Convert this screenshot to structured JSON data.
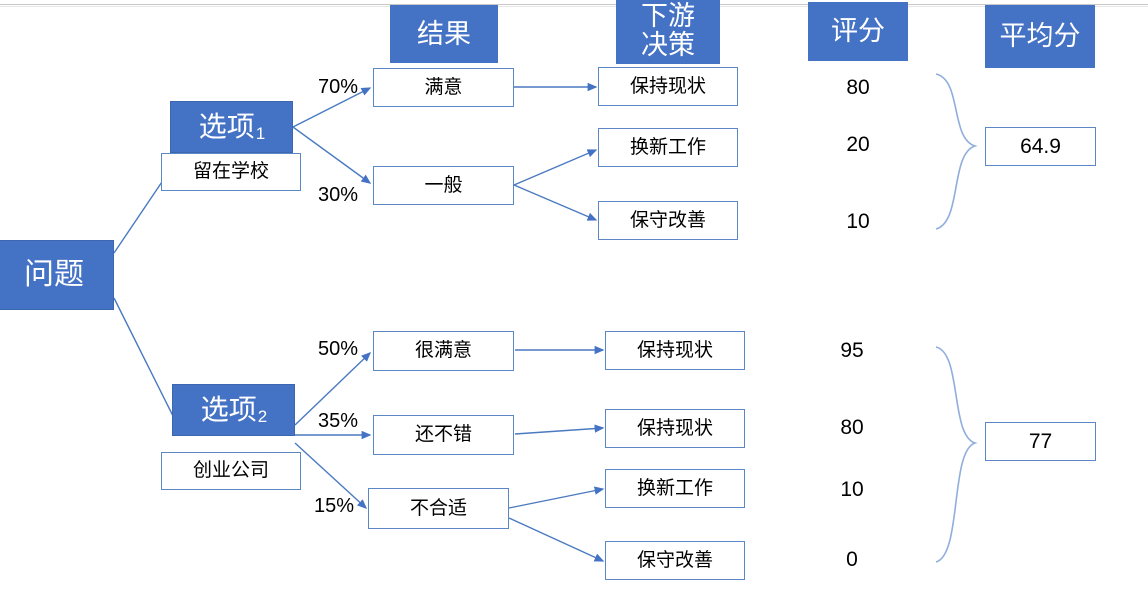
{
  "theme": {
    "accent_blue": "#4472C4",
    "line_blue": "#5B87C4",
    "box_border": "#5B87C4",
    "text_black": "#000000",
    "background": "#FFFFFF"
  },
  "headers": [
    {
      "label": "结果",
      "column": "outcome"
    },
    {
      "label": "下游\n决策",
      "line1": "下游",
      "line2": "决策",
      "column": "downstream-decision"
    },
    {
      "label": "评分",
      "column": "score"
    },
    {
      "label": "平均分",
      "column": "average-score"
    }
  ],
  "root": {
    "label": "问题"
  },
  "options": [
    {
      "id": "option-1",
      "label": "选项",
      "index": "1",
      "description": "留在学校",
      "average": "64.9",
      "branches": [
        {
          "probability": "70%",
          "outcome": "满意",
          "decisions": [
            {
              "label": "保持现状",
              "score": "80"
            }
          ]
        },
        {
          "probability": "30%",
          "outcome": "一般",
          "decisions": [
            {
              "label": "换新工作",
              "score": "20"
            },
            {
              "label": "保守改善",
              "score": "10"
            }
          ]
        }
      ]
    },
    {
      "id": "option-2",
      "label": "选项",
      "index": "2",
      "description": "创业公司",
      "average": "77",
      "branches": [
        {
          "probability": "50%",
          "outcome": "很满意",
          "decisions": [
            {
              "label": "保持现状",
              "score": "95"
            }
          ]
        },
        {
          "probability": "35%",
          "outcome": "还不错",
          "decisions": [
            {
              "label": "保持现状",
              "score": "80"
            }
          ]
        },
        {
          "probability": "15%",
          "outcome": "不合适",
          "decisions": [
            {
              "label": "换新工作",
              "score": "10"
            },
            {
              "label": "保守改善",
              "score": "0"
            }
          ]
        }
      ]
    }
  ]
}
